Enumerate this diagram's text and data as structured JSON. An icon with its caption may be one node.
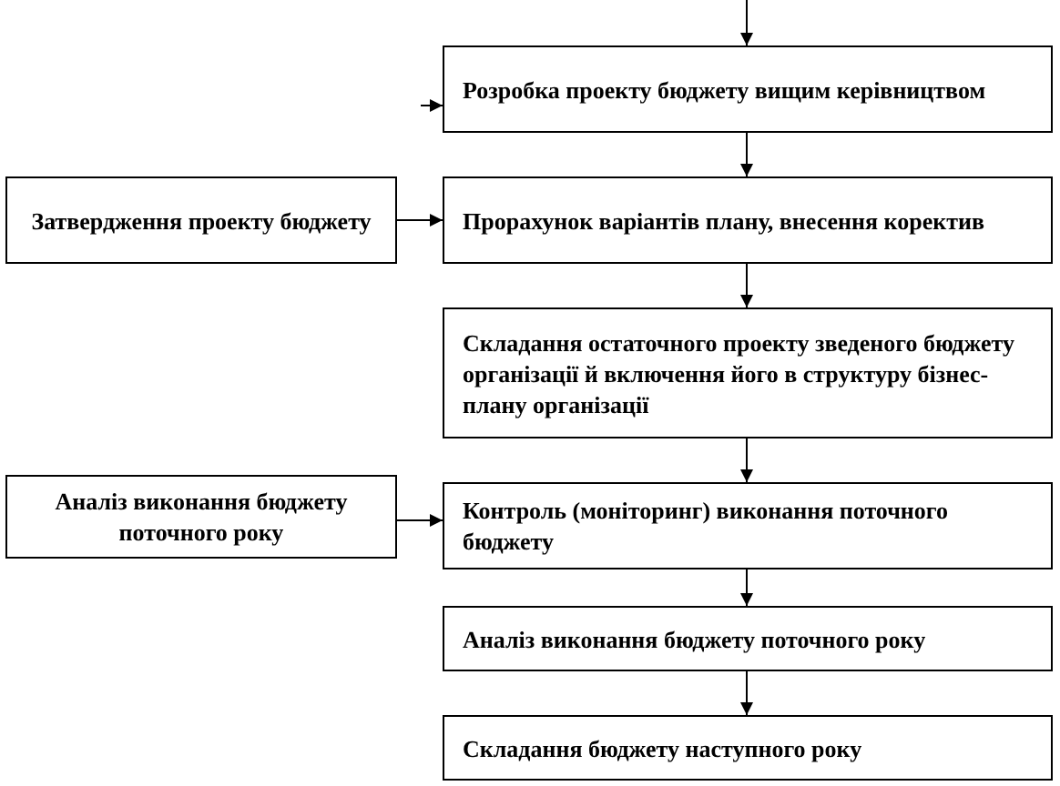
{
  "diagram": {
    "nodes": [
      {
        "text": [
          "Розробка проекту бюджету вищим керівництвом"
        ]
      },
      {
        "text": [
          "Затвердження проекту бюджету"
        ]
      },
      {
        "text": [
          "Прорахунок варіантів плану, внесення коректив"
        ]
      },
      {
        "text": [
          "Складання остаточного проекту зведеного бюджету організації й включення його в структуру бізнес-плану організації"
        ]
      },
      {
        "text": [
          "Аналіз виконання бюджету поточного року"
        ]
      },
      {
        "text": [
          "Контроль (моніторинг) виконання поточного бюджету"
        ]
      },
      {
        "text": [
          "Аналіз виконання бюджету поточного року"
        ]
      },
      {
        "text": [
          "Складання бюджету наступного року"
        ]
      }
    ],
    "edges": [
      {
        "from": null,
        "to": 0,
        "arrow": "to"
      },
      {
        "from": null,
        "to": 0,
        "arrow": "to"
      },
      {
        "from": 0,
        "to": 2,
        "arrow": "to"
      },
      {
        "from": 1,
        "to": 2,
        "arrow": "to"
      },
      {
        "from": 2,
        "to": 3,
        "arrow": "to"
      },
      {
        "from": 3,
        "to": 5,
        "arrow": "to"
      },
      {
        "from": 4,
        "to": 5,
        "arrow": "to"
      },
      {
        "from": 5,
        "to": 6,
        "arrow": "to"
      },
      {
        "from": 6,
        "to": 7,
        "arrow": "to"
      }
    ]
  }
}
